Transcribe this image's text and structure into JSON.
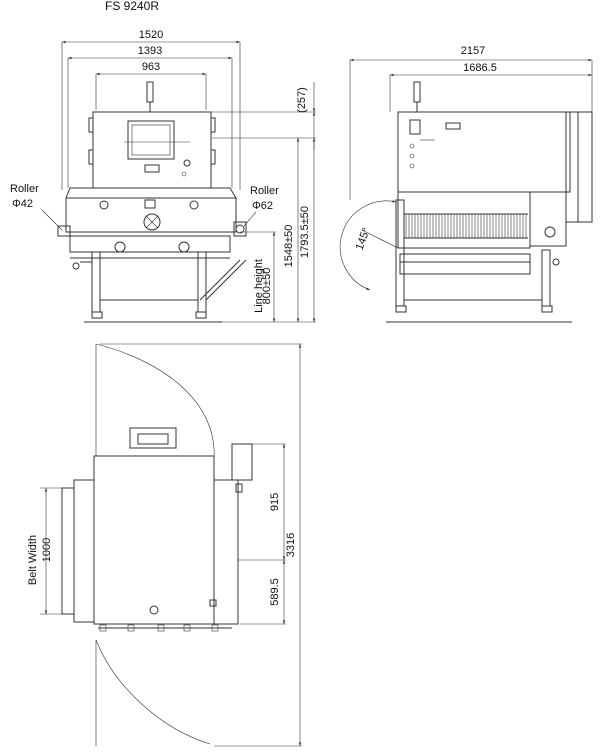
{
  "title": "FS 9240R",
  "front": {
    "dim_overall_width": "1520",
    "dim_frame_width": "1393",
    "dim_head_width": "963",
    "dim_top": "(257)",
    "dim_height_1548": "1548±50",
    "dim_height_1793": "1793.5±50",
    "line_height_label": "Line height",
    "line_height_value": "800±50",
    "roller_left_label": "Roller",
    "roller_left_value": "Φ42",
    "roller_right_label": "Roller",
    "roller_right_value": "Φ62"
  },
  "side": {
    "dim_overall_length": "2157",
    "dim_body_length": "1686.5",
    "angle": "145°"
  },
  "top": {
    "dim_total": "3316",
    "dim_915": "915",
    "dim_589": "589.5",
    "belt_width_label": "Belt Width",
    "belt_width_value": "1000"
  }
}
